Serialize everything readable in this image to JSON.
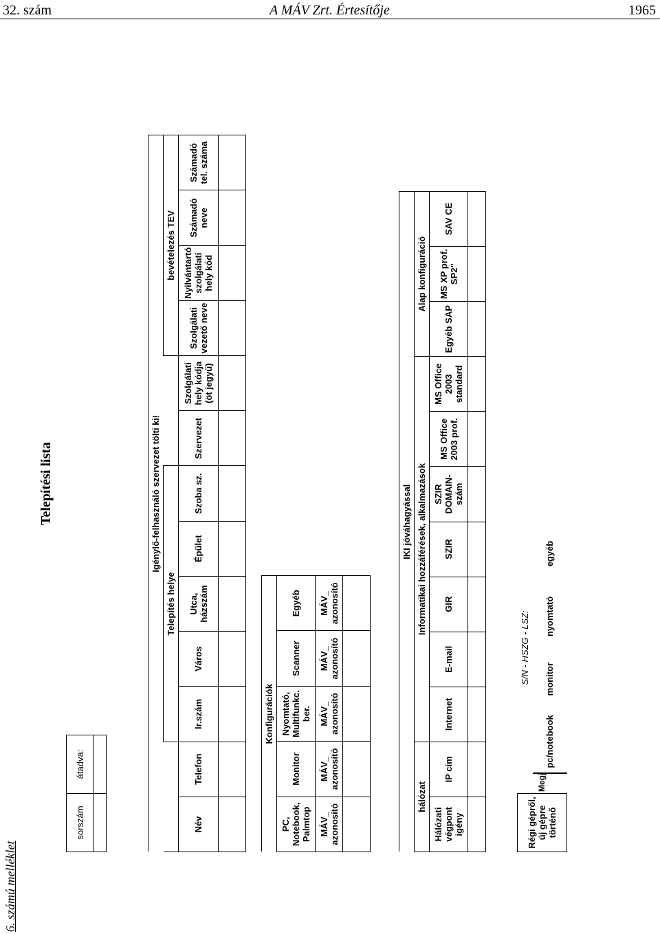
{
  "header": {
    "left": "32. szám",
    "center": "A MÁV Zrt. Értesítője",
    "right": "1965"
  },
  "side_label": "6. számú melléklet",
  "title": "Telepítési lista",
  "top_box": {
    "sorszam": "sorszám",
    "atadva": "átadva:"
  },
  "requester": {
    "banner": "Igénylő-felhasználó szervezet tölti ki!",
    "group_location": "Telepítés helye",
    "group_tev": "bevételezés TEV",
    "cols": [
      "Név",
      "Telefon",
      "Ir.szám",
      "Város",
      "Utca, házszám",
      "Épület",
      "Szoba sz.",
      "Szervezet",
      "Szolgálati hely kódja (öt jegyű)",
      "Szolgálati vezető neve",
      "Nyilvántartó szolgálati hely kód",
      "Számadó neve",
      "Számadó tel. száma"
    ]
  },
  "config": {
    "banner": "Konfigurációk",
    "cols": [
      "PC, Notebook, Palmtop",
      "Monitor",
      "Nyomtató, Multifunkc. ber.",
      "Scanner",
      "Egyéb"
    ],
    "ids": [
      "MÁV_ azonosító",
      "MÁV_ azonosító",
      "MÁV_ azonosító",
      "MÁV_ azonosító",
      "MÁV_ azonosító"
    ]
  },
  "iki": {
    "banner": "IKI jóváhagyással",
    "group_network": "hálózat",
    "group_access": "Informatikai hozzáférések, alkalmazások",
    "group_base": "Alap konfiguráció",
    "cols": [
      "Hálózati végpont igény",
      "IP cím",
      "Internet",
      "E-mail",
      "GIR",
      "SZIR",
      "SZIR DOMAIN-szám",
      "MS Office 2003 prof.",
      "MS Office 2003 standard",
      "Egyéb SAP",
      "MS XP prof. SP2\"",
      "SAV CE"
    ]
  },
  "old_machine": {
    "label": "Régi gépről, új gépre történő",
    "note": "Megjegyzés",
    "sn": "S/N - HSZG - LSZ:",
    "cols": [
      "pc/notebook",
      "monitor",
      "nyomtató",
      "egyéb"
    ]
  }
}
